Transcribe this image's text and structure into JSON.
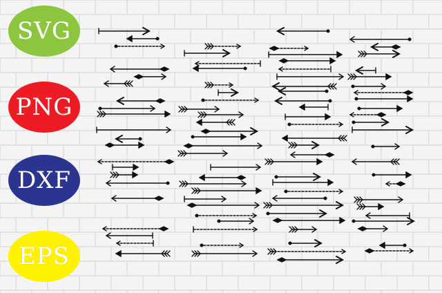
{
  "colors": {
    "background": "#f4f4f4",
    "brick_line": "#dcdcdc",
    "arrow_ink": "#111111"
  },
  "badges": [
    {
      "label": "SVG",
      "color": "#8cc63f"
    },
    {
      "label": "PNG",
      "color": "#ed1c24"
    },
    {
      "label": "DXF",
      "color": "#2b3590"
    },
    {
      "label": "EPS",
      "color": "#fff200"
    }
  ],
  "arrows": {
    "style": "hand-drawn doodle arrows, mixed directions and tips",
    "count": 110
  }
}
